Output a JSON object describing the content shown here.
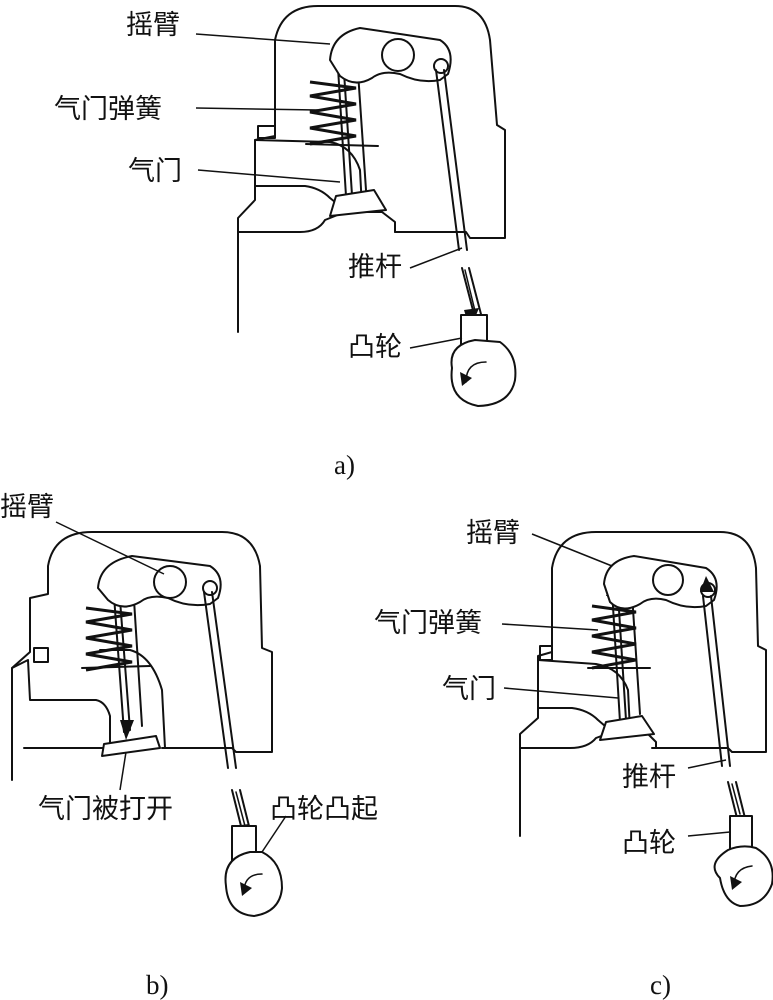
{
  "figure_a": {
    "caption": "a)",
    "labels": {
      "rocker_arm": "摇臂",
      "valve_spring": "气门弹簧",
      "valve": "气门",
      "push_rod": "推杆",
      "cam": "凸轮"
    }
  },
  "figure_b": {
    "caption": "b)",
    "labels": {
      "rocker_arm": "摇臂",
      "valve_opened": "气门被打开",
      "cam_lobe": "凸轮凸起"
    }
  },
  "figure_c": {
    "caption": "c)",
    "labels": {
      "rocker_arm": "摇臂",
      "valve_spring": "气门弹簧",
      "valve": "气门",
      "push_rod": "推杆",
      "cam": "凸轮"
    }
  }
}
